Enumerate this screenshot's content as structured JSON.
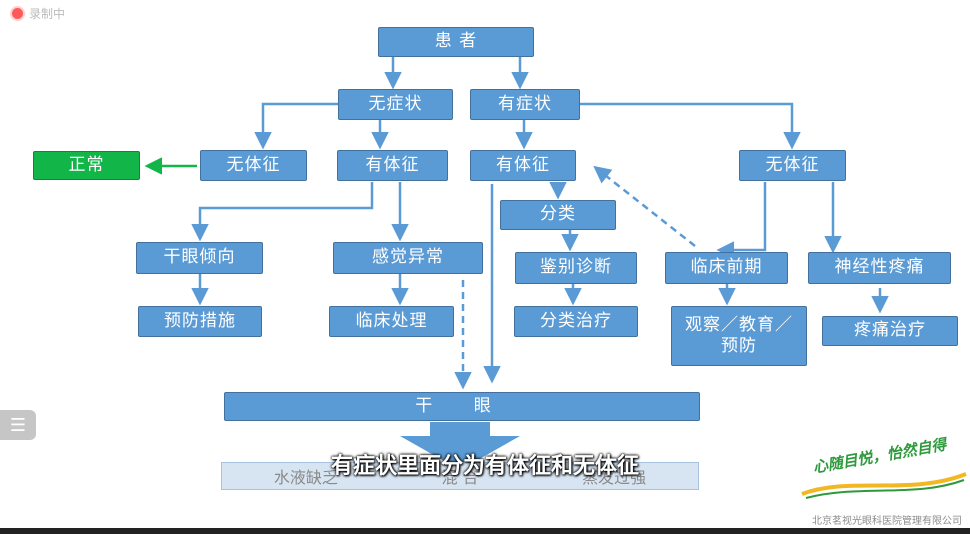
{
  "recording": {
    "status_text": "录制中"
  },
  "diagram": {
    "patient": "患 者",
    "asymptomatic": "无症状",
    "symptomatic": "有症状",
    "no_sign_left": "无体征",
    "has_sign_left": "有体征",
    "normal": "正常",
    "has_sign_mid": "有体征",
    "no_sign_right": "无体征",
    "dry_eye_tendency": "干眼倾向",
    "prevention": "预防措施",
    "abnormal_sensation": "感觉异常",
    "clinical_treatment": "临床处理",
    "classification": "分类",
    "differential_diagnosis": "鉴别诊断",
    "classified_treatment": "分类治疗",
    "preclinical": "临床前期",
    "observe_educate_prevent": "观察／教育／预防",
    "neuropathic_pain": "神经性疼痛",
    "pain_treatment": "疼痛治疗",
    "dry_eye": "干 眼",
    "bottom_strip": [
      "水液缺乏",
      "混 合",
      "蒸发过强"
    ]
  },
  "subtitle": "有症状里面分为有体征和无体征",
  "logo": {
    "slogan": "心随目悦，怡然自得",
    "company": "北京茗视光眼科医院管理有限公司"
  },
  "colors": {
    "box": "#5b9bd5",
    "box_border": "#41719c",
    "normal": "#12b548",
    "arrow": "#5b9bd5"
  }
}
